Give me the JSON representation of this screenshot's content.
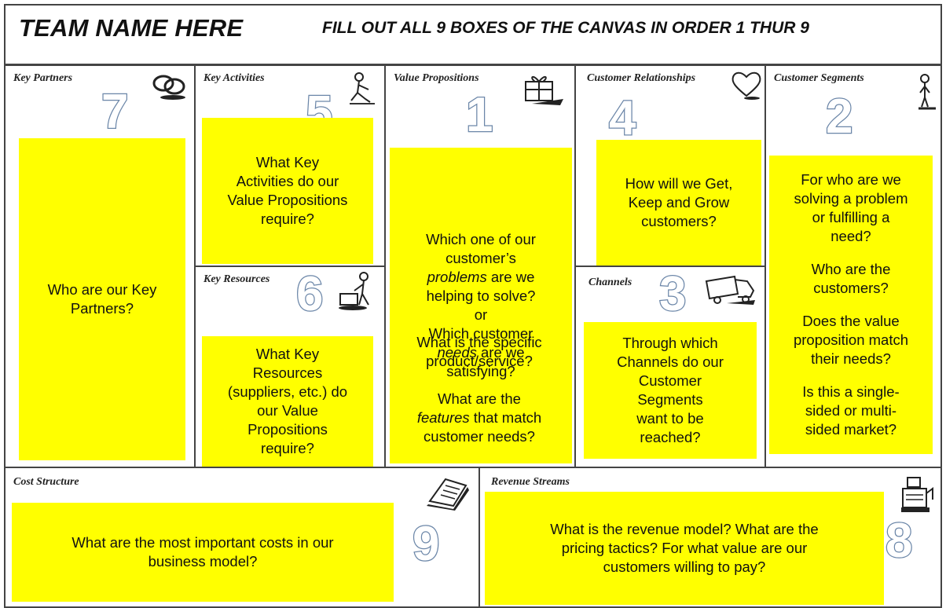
{
  "header": {
    "team_name": "TEAM NAME HERE",
    "instruction": "FILL OUT ALL 9 BOXES OF THE CANVAS IN ORDER 1 THUR 9"
  },
  "boxes": {
    "key_partners": {
      "title": "Key Partners",
      "number": "7",
      "icon": "chain-links-icon",
      "lines": [
        "Who are our Key",
        "Partners?"
      ]
    },
    "key_activities": {
      "title": "Key Activities",
      "number": "5",
      "icon": "worker-icon",
      "lines": [
        "What Key",
        "Activities do our",
        "Value Propositions",
        "require?"
      ]
    },
    "key_resources": {
      "title": "Key Resources",
      "number": "6",
      "icon": "resources-worker-icon",
      "lines": [
        "What Key",
        "Resources",
        "(suppliers, etc.) do",
        "our Value",
        "Propositions",
        "require?"
      ]
    },
    "value_propositions": {
      "title": "Value Propositions",
      "number": "1",
      "icon": "gift-icon",
      "lines_1_start": "Which one of our",
      "lines_1b": "customer’s",
      "problems_word": "problems",
      "problems_rest": " are we",
      "helping": "helping to solve?",
      "or": "or",
      "which_customer": "Which customer",
      "needs_word": "needs",
      "needs_rest": " are we",
      "satisfying": "satisfying?",
      "specific_1": "What is the specific",
      "specific_2": "product/service?",
      "features_1": "What are the",
      "features_word": "features",
      "features_rest": " that match",
      "features_3": "customer needs?"
    },
    "customer_relationships": {
      "title": "Customer Relationships",
      "number": "4",
      "icon": "heart-icon",
      "lines": [
        "How will we Get,",
        "Keep and Grow",
        "customers?"
      ]
    },
    "channels": {
      "title": "Channels",
      "number": "3",
      "icon": "truck-icon",
      "lines": [
        "Through which",
        "Channels do our",
        "Customer",
        "Segments",
        "want to be",
        "reached?"
      ]
    },
    "customer_segments": {
      "title": "Customer Segments",
      "number": "2",
      "icon": "person-icon",
      "group1": [
        "For who are we",
        "solving a problem",
        "or fulfilling a",
        "need?"
      ],
      "group2": [
        "Who are the",
        "customers?"
      ],
      "group3": [
        "Does the value",
        "proposition match",
        "their needs?"
      ],
      "group4": [
        "Is this a single-",
        "sided or multi-",
        "sided market?"
      ]
    },
    "cost_structure": {
      "title": "Cost Structure",
      "number": "9",
      "icon": "receipt-icon",
      "lines": [
        "What are the most important costs in our",
        "business model?"
      ]
    },
    "revenue_streams": {
      "title": "Revenue Streams",
      "number": "8",
      "icon": "cash-register-icon",
      "lines": [
        "What is the revenue model? What are the",
        "pricing tactics? For what value are our",
        "customers willing to pay?"
      ]
    }
  }
}
